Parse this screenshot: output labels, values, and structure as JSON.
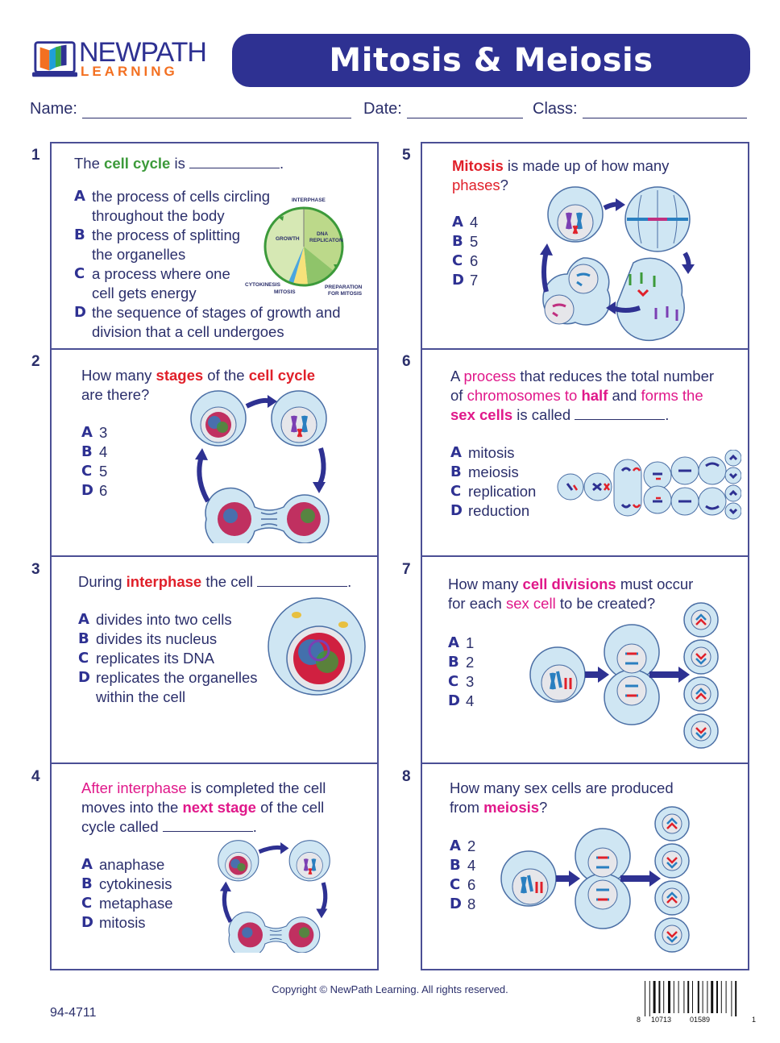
{
  "header": {
    "logo_line1": "NEWPATH",
    "logo_line2": "LEARNING",
    "title": "Mitosis & Meiosis",
    "name_label": "Name:",
    "date_label": "Date:",
    "class_label": "Class:"
  },
  "colors": {
    "navy": "#2e3192",
    "text": "#2b2f6b",
    "green": "#3c9a3a",
    "red": "#e0202a",
    "pink": "#e0188a",
    "orange": "#f37021",
    "cell_fill": "#cfe6f3"
  },
  "questions": [
    {
      "number": "1",
      "text_parts": [
        "The ",
        "cell cycle",
        " is ",
        "."
      ],
      "options": [
        {
          "letter": "A",
          "line1": "the process of cells circling",
          "line2": "throughout the body"
        },
        {
          "letter": "B",
          "line1": "the process of splitting",
          "line2": "the organelles"
        },
        {
          "letter": "C",
          "line1": "a process where one",
          "line2": "cell gets energy"
        },
        {
          "letter": "D",
          "line1": "the sequence of stages of growth and",
          "line2": "division that a cell undergoes"
        }
      ],
      "diagram_labels": {
        "interphase": "INTERPHASE",
        "growth": "GROWTH",
        "dna": "DNA",
        "replication": "REPLICATON",
        "cytokinesis": "CYTOKINESIS",
        "mitosis": "MITOSIS",
        "prep1": "PREPARATION",
        "prep2": "FOR MITOSIS"
      }
    },
    {
      "number": "2",
      "text_parts": [
        "How many ",
        "stages",
        " of the ",
        "cell cycle",
        "are there?"
      ],
      "options": [
        {
          "letter": "A",
          "value": "3"
        },
        {
          "letter": "B",
          "value": "4"
        },
        {
          "letter": "C",
          "value": "5"
        },
        {
          "letter": "D",
          "value": "6"
        }
      ]
    },
    {
      "number": "3",
      "text_parts": [
        "During ",
        "interphase",
        " the cell ",
        "."
      ],
      "options": [
        {
          "letter": "A",
          "line1": "divides into two cells"
        },
        {
          "letter": "B",
          "line1": "divides its nucleus"
        },
        {
          "letter": "C",
          "line1": "replicates its DNA"
        },
        {
          "letter": "D",
          "line1": "replicates the organelles",
          "line2": "within the cell"
        }
      ]
    },
    {
      "number": "4",
      "text_parts": [
        "After interphase",
        " is completed the cell",
        "moves into the ",
        "next stage",
        " of the cell",
        "cycle called ",
        "."
      ],
      "options": [
        {
          "letter": "A",
          "value": "anaphase"
        },
        {
          "letter": "B",
          "value": "cytokinesis"
        },
        {
          "letter": "C",
          "value": "metaphase"
        },
        {
          "letter": "D",
          "value": "mitosis"
        }
      ]
    },
    {
      "number": "5",
      "text_parts": [
        "Mitosis",
        " is made up of how many",
        "phases",
        "?"
      ],
      "options": [
        {
          "letter": "A",
          "value": "4"
        },
        {
          "letter": "B",
          "value": "5"
        },
        {
          "letter": "C",
          "value": "6"
        },
        {
          "letter": "D",
          "value": "7"
        }
      ]
    },
    {
      "number": "6",
      "text_parts": [
        "A ",
        "process",
        " that reduces the total number",
        "of ",
        "chromosomes to ",
        "half",
        " and ",
        "forms the",
        "sex cells",
        " is called ",
        "."
      ],
      "options": [
        {
          "letter": "A",
          "value": "mitosis"
        },
        {
          "letter": "B",
          "value": "meiosis"
        },
        {
          "letter": "C",
          "value": "replication"
        },
        {
          "letter": "D",
          "value": "reduction"
        }
      ]
    },
    {
      "number": "7",
      "text_parts": [
        "How many ",
        "cell divisions",
        " must occur",
        "for each ",
        "sex cell",
        " to be created?"
      ],
      "options": [
        {
          "letter": "A",
          "value": "1"
        },
        {
          "letter": "B",
          "value": "2"
        },
        {
          "letter": "C",
          "value": "3"
        },
        {
          "letter": "D",
          "value": "4"
        }
      ]
    },
    {
      "number": "8",
      "text_parts": [
        "How many sex cells are produced",
        "from ",
        "meiosis",
        "?"
      ],
      "options": [
        {
          "letter": "A",
          "value": "2"
        },
        {
          "letter": "B",
          "value": "4"
        },
        {
          "letter": "C",
          "value": "6"
        },
        {
          "letter": "D",
          "value": "8"
        }
      ]
    }
  ],
  "footer": {
    "copyright": "Copyright © NewPath Learning. All rights reserved.",
    "product_code": "94-4711",
    "barcode_left": "8",
    "barcode_mid1": "10713",
    "barcode_mid2": "01589",
    "barcode_right": "1"
  }
}
